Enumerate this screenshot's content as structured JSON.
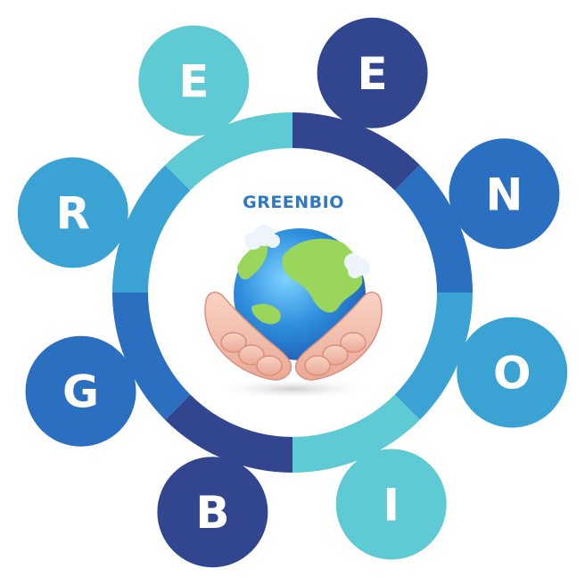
{
  "center": {
    "title": "GREENBIO",
    "illustration": "hands-holding-earth-icon"
  },
  "letters": [
    {
      "name": "letter-g1",
      "text": "E",
      "color": "#5ecad3"
    },
    {
      "name": "letter-g2",
      "text": "E",
      "color": "#31468f"
    },
    {
      "name": "letter-g3",
      "text": "N",
      "color": "#2a6fc0"
    },
    {
      "name": "letter-g4",
      "text": "O",
      "color": "#3ba3d4"
    },
    {
      "name": "letter-g5",
      "text": "I",
      "color": "#5ecad3"
    },
    {
      "name": "letter-g6",
      "text": "B",
      "color": "#31468f"
    },
    {
      "name": "letter-g7",
      "text": "G",
      "color": "#2a6fc0"
    },
    {
      "name": "letter-g8",
      "text": "R",
      "color": "#3ba3d4"
    }
  ],
  "ring_colors": [
    "#31468f",
    "#2a6fc0",
    "#3ba3d4",
    "#5ecad3",
    "#31468f",
    "#2a6fc0",
    "#3ba3d4",
    "#5ecad3"
  ],
  "colors": {
    "ocean": "#2f8fde",
    "land": "#9ad65c",
    "skin": "#f5c2b2",
    "cloud": "#eef4fb"
  }
}
